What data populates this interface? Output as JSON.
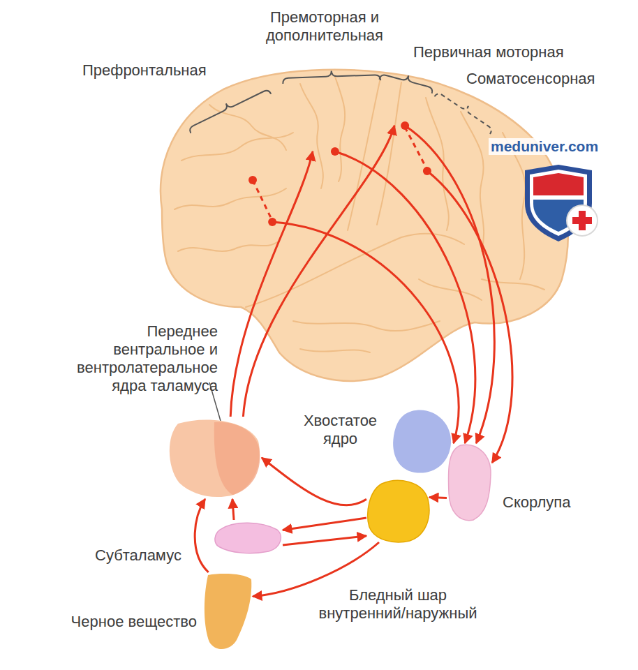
{
  "diagram": {
    "nodes": [
      {
        "text": [
          "Префронтальная"
        ]
      },
      {
        "text": [
          "Премоторная и дополнительная"
        ]
      },
      {
        "text": [
          "Первичная моторная"
        ]
      },
      {
        "text": [
          "Соматосенсорная"
        ]
      },
      {
        "text": [
          "Переднее вентральное и вентролатеральное ядра таламуса"
        ]
      },
      {
        "text": [
          "Хвостатое ядро"
        ]
      },
      {
        "text": [
          "Скорлупа"
        ]
      },
      {
        "text": [
          "Субталамус"
        ]
      },
      {
        "text": [
          "Бледный шар внутренний/наружный"
        ]
      },
      {
        "text": [
          "Черное вещество"
        ]
      }
    ],
    "edges": [
      {
        "from": 0,
        "to": 6,
        "arrow": "to"
      },
      {
        "from": 1,
        "to": 6,
        "arrow": "to"
      },
      {
        "from": 2,
        "to": 6,
        "arrow": "to"
      },
      {
        "from": 3,
        "to": 6,
        "arrow": "to"
      },
      {
        "from": 4,
        "to": 1,
        "arrow": "to"
      },
      {
        "from": 4,
        "to": 2,
        "arrow": "to"
      },
      {
        "from": 6,
        "to": 8,
        "arrow": "to"
      },
      {
        "from": 8,
        "to": 4,
        "arrow": "to"
      },
      {
        "from": 8,
        "to": 7,
        "arrow": "to"
      },
      {
        "from": 7,
        "to": 8,
        "arrow": "to"
      },
      {
        "from": 7,
        "to": 4,
        "arrow": "to"
      },
      {
        "from": 8,
        "to": 9,
        "arrow": "to"
      },
      {
        "from": 9,
        "to": 4,
        "arrow": "to"
      }
    ],
    "labels": [
      "meduniver.com"
    ]
  }
}
